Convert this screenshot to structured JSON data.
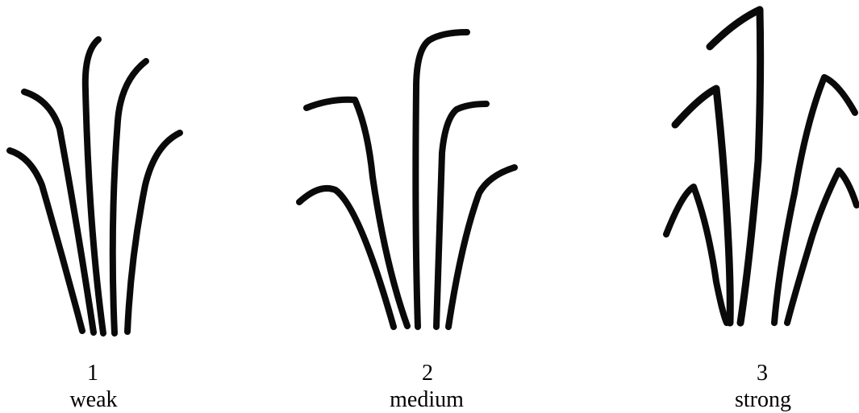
{
  "panels": [
    {
      "number": "1",
      "caption": "weak"
    },
    {
      "number": "2",
      "caption": "medium"
    },
    {
      "number": "3",
      "caption": "strong"
    }
  ],
  "colors": {
    "ink": "#0a0a0a",
    "background": "#ffffff"
  }
}
